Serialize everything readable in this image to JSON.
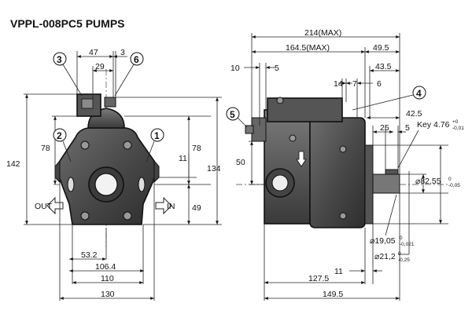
{
  "title": "VPPL-008PC5 PUMPS",
  "callouts": [
    "1",
    "2",
    "3",
    "4",
    "5",
    "6"
  ],
  "port_labels": {
    "out": "OUT",
    "in": "IN"
  },
  "front_view": {
    "dims": {
      "w47": "47",
      "w3": "3",
      "w29": "29",
      "h78": "78",
      "h142": "142",
      "h78r": "78",
      "h11": "11",
      "h134": "134",
      "h49": "49",
      "w53_2": "53.2",
      "w106_4": "106.4",
      "w110": "110",
      "w130": "130"
    }
  },
  "side_view": {
    "dims": {
      "w214": "214(MAX)",
      "w164_5": "164.5(MAX)",
      "w49_5": "49.5",
      "w43_5": "43.5",
      "w10": "10",
      "w5a": "5",
      "w7": "7",
      "w14": "14",
      "w6": "6",
      "w42_5": "42.5",
      "w25": "25",
      "w5b": "5",
      "h50": "50",
      "w11": "11",
      "w127_5": "127.5",
      "w149_5": "149.5"
    },
    "key": {
      "label": "Key 4.76",
      "tol_top": "+0",
      "tol_bot": "-0,01"
    },
    "d82": {
      "label": "⌀82.55",
      "tol_top": "0",
      "tol_bot": "-0,05"
    },
    "d19": {
      "label": "⌀19,05",
      "tol_top": "0",
      "tol_bot": "-0,021"
    },
    "d21": {
      "label": "⌀21,2",
      "tol_top": "0",
      "tol_bot": "-0,25"
    }
  }
}
